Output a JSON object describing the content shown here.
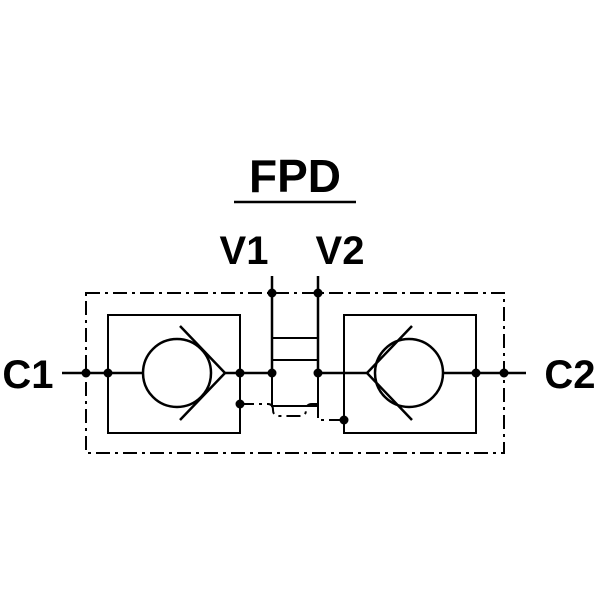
{
  "diagram": {
    "title": "FPD",
    "ports": {
      "v1": "V1",
      "v2": "V2",
      "c1": "C1",
      "c2": "C2"
    },
    "colors": {
      "line": "#000000",
      "background": "#ffffff"
    }
  }
}
